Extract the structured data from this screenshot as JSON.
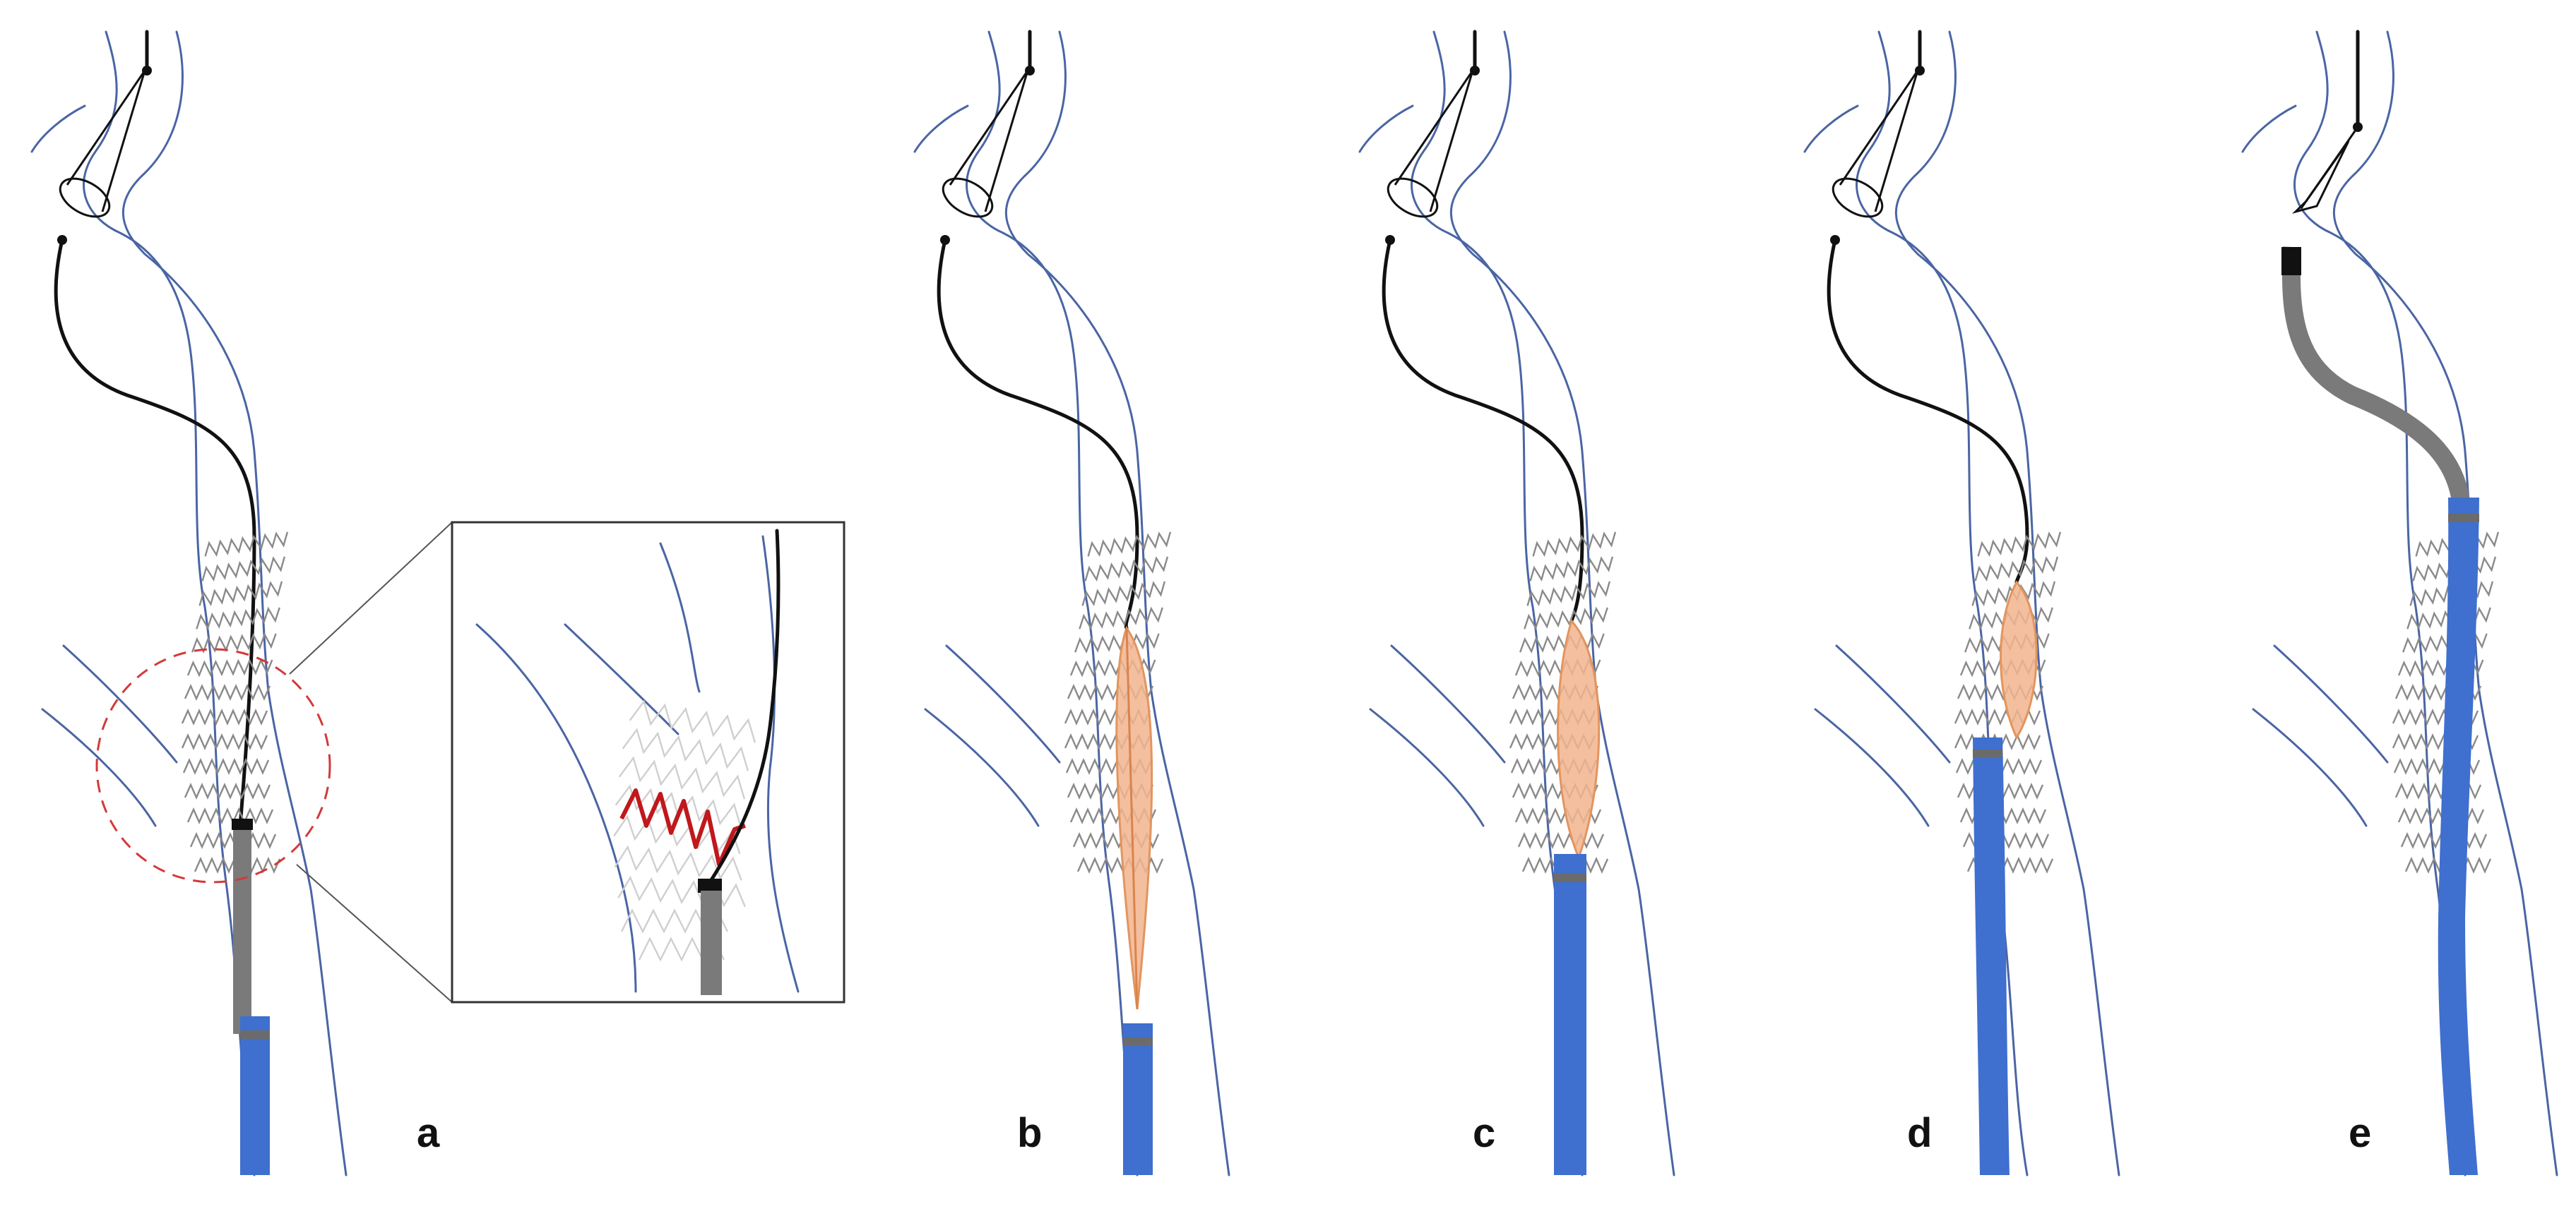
{
  "figure": {
    "panels": [
      {
        "id": "a",
        "label": "a"
      },
      {
        "id": "b",
        "label": "b"
      },
      {
        "id": "c",
        "label": "c"
      },
      {
        "id": "d",
        "label": "d"
      },
      {
        "id": "e",
        "label": "e"
      }
    ]
  },
  "colors": {
    "vessel_wall": "#4a65a4",
    "guidewire": "#111111",
    "stent": "#8a8a8a",
    "inner_catheter": "#7a7a7a",
    "sheath": "#3f6fcf",
    "balloon": "#f2b48d",
    "interaction_highlight": "#c0181c",
    "callout_circle": "#d23a3a"
  },
  "icons": [
    "embolic-protection-filter-icon",
    "stent-mesh-icon",
    "balloon-icon",
    "catheter-icon"
  ]
}
